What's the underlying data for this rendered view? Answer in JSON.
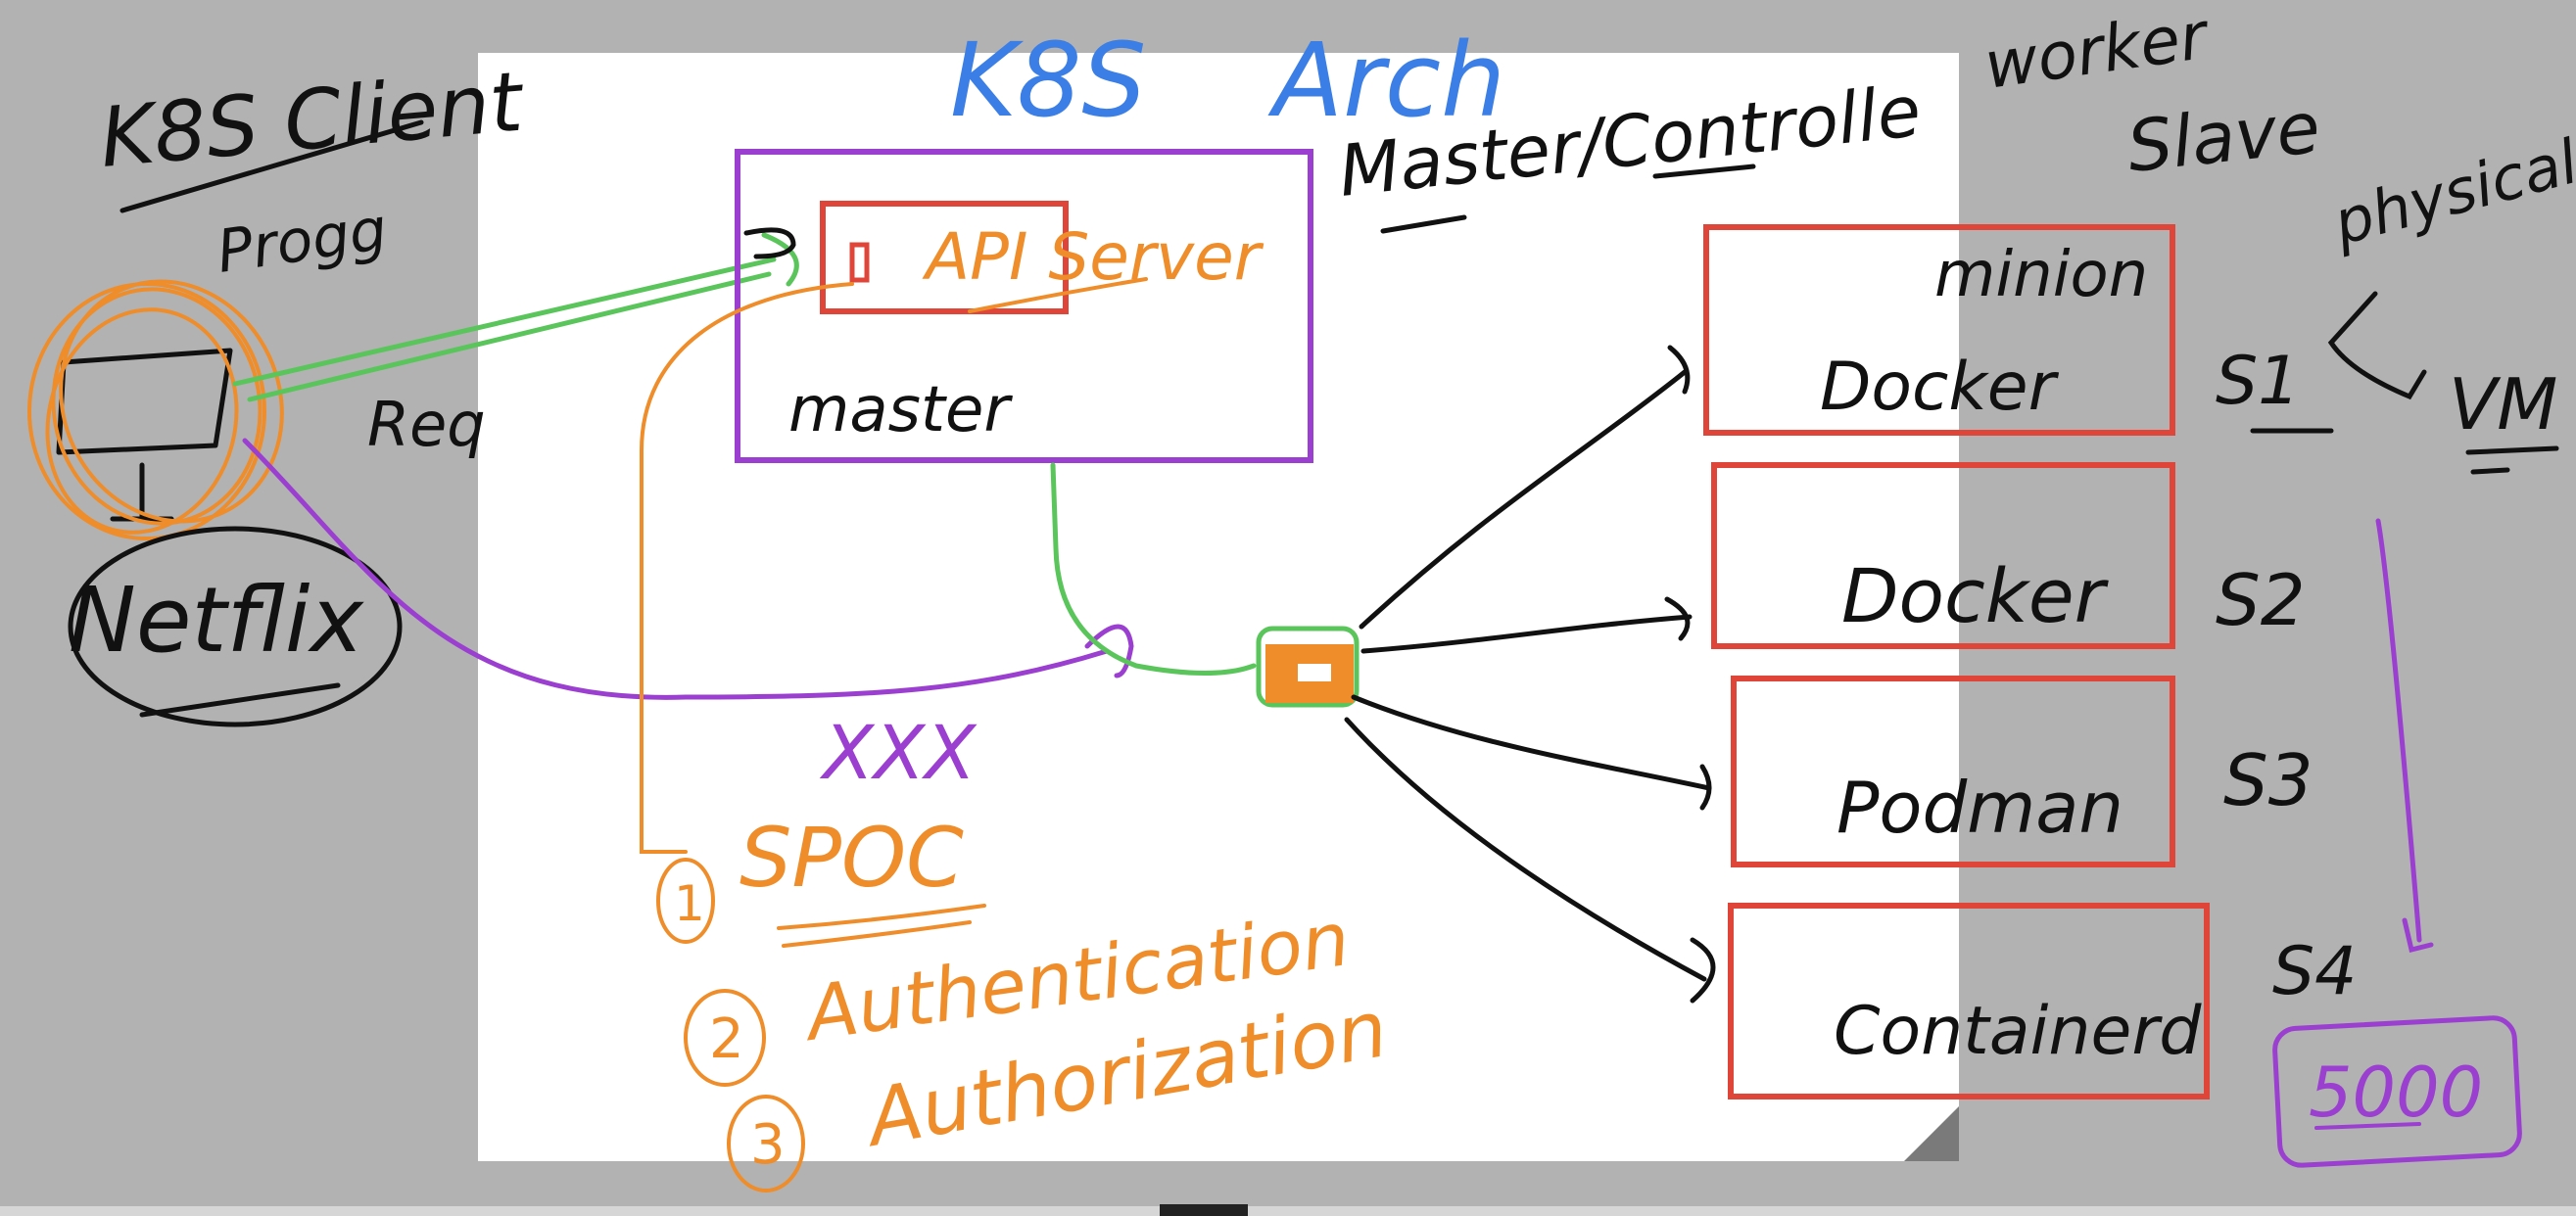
{
  "colors": {
    "background": "#b2b2b2",
    "page": "#ffffff",
    "ink_black": "#111111",
    "ink_blue": "#3a7ee6",
    "ink_purple": "#9b3fd0",
    "ink_orange": "#ee8d2a",
    "ink_red": "#e0453a",
    "ink_green": "#5ac55a"
  },
  "title": {
    "k8s": "K8S",
    "arch": "Arch"
  },
  "client": {
    "title": "K8S Client",
    "progg": "Progg",
    "req": "Req",
    "app": "Netflix",
    "monitor_icon": "monitor-icon"
  },
  "master": {
    "label": "master",
    "api_server": "API Server",
    "role_label": "Master/Controlle"
  },
  "worker": {
    "title_line1": "worker",
    "title_line2": "Slave",
    "physical": "physical",
    "vm": "VM",
    "minion": "minion",
    "nodes": [
      {
        "server": "S1",
        "runtime": "Docker"
      },
      {
        "server": "S2",
        "runtime": "Docker"
      },
      {
        "server": "S3",
        "runtime": "Podman"
      },
      {
        "server": "S4",
        "runtime": "Containerd"
      }
    ],
    "count": "5000"
  },
  "annotations": {
    "xxx": "XXX",
    "api_roles": [
      {
        "num": "1",
        "text": "SPOC"
      },
      {
        "num": "2",
        "text": "Authentication"
      },
      {
        "num": "3",
        "text": "Authorization"
      }
    ]
  }
}
